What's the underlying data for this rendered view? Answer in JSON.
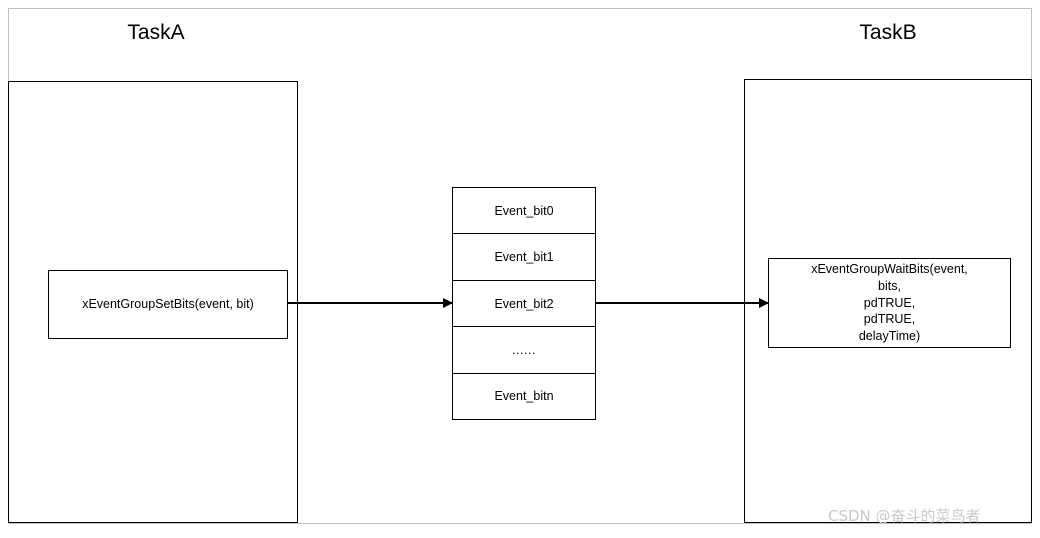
{
  "diagram": {
    "title_left": "TaskA",
    "title_right": "TaskB",
    "task_a": {
      "call_label": "xEventGroupSetBits(event, bit)"
    },
    "task_b": {
      "call_lines": [
        "xEventGroupWaitBits(event,",
        "bits,",
        "pdTRUE,",
        "pdTRUE,",
        "delayTime)"
      ]
    },
    "event_group": {
      "rows": [
        "Event_bit0",
        "Event_bit1",
        "Event_bit2",
        "......",
        "Event_bitn"
      ]
    },
    "arrows": {
      "left_to_group": "arrow-right",
      "group_to_right": "arrow-right"
    },
    "watermark": "CSDN @奋斗的菜鸟者",
    "colors": {
      "stroke": "#000000",
      "frame": "#bfbfbf",
      "background": "#ffffff",
      "watermark": "#c9c9c9"
    }
  }
}
